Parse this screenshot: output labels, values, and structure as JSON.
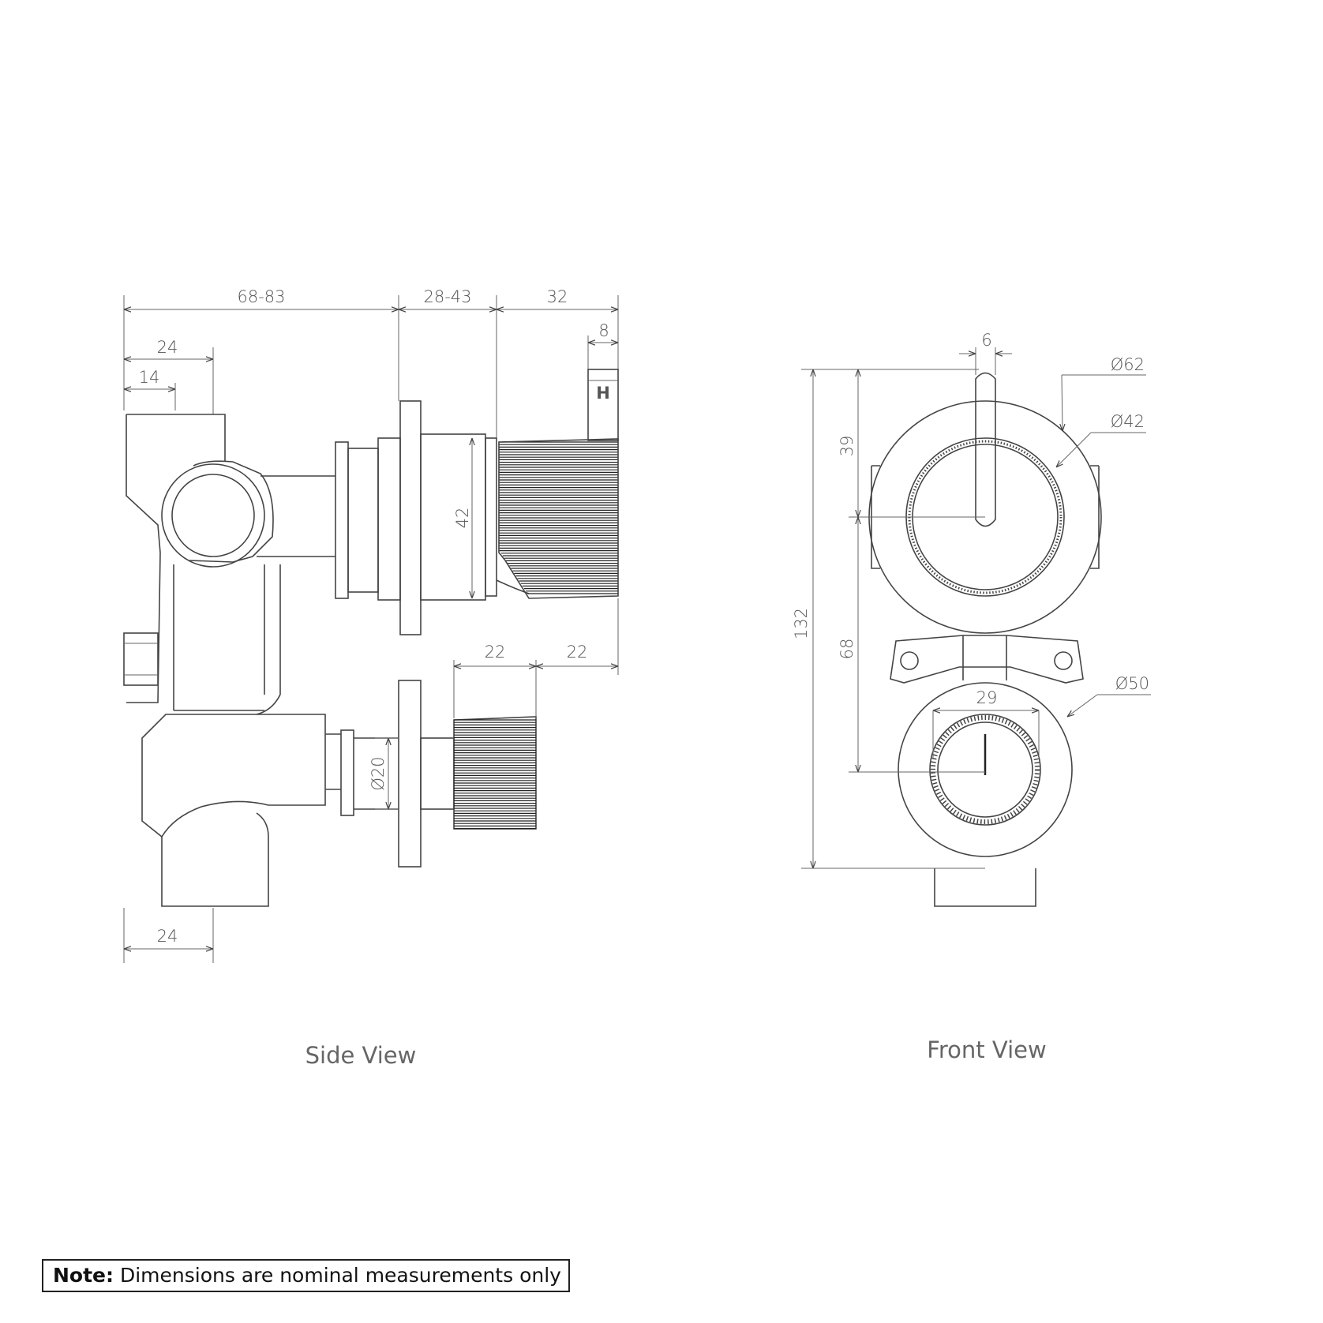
{
  "side_view": {
    "caption": "Side View",
    "dimensions": {
      "overall_depth_1": "68-83",
      "overall_depth_2": "28-43",
      "handle_depth": "32",
      "lever_thickness": "8",
      "lever_marker": "H",
      "inlet_offset_top": "24",
      "inlet_offset_small": "14",
      "flange_diameter": "42",
      "spindle_gap": "22",
      "knob_depth": "22",
      "spindle_diameter": "Ø20",
      "inlet_offset_bottom": "24"
    }
  },
  "front_view": {
    "caption": "Front View",
    "dimensions": {
      "lever_width": "6",
      "plate_diameter_top": "Ø62",
      "inner_ring_diameter": "Ø42",
      "lever_length": "39",
      "overall_height": "132",
      "centre_distance": "68",
      "plate_diameter_bottom": "Ø50",
      "knob_diameter": "29"
    }
  },
  "note": {
    "label": "Note:",
    "text": " Dimensions are nominal measurements only"
  }
}
